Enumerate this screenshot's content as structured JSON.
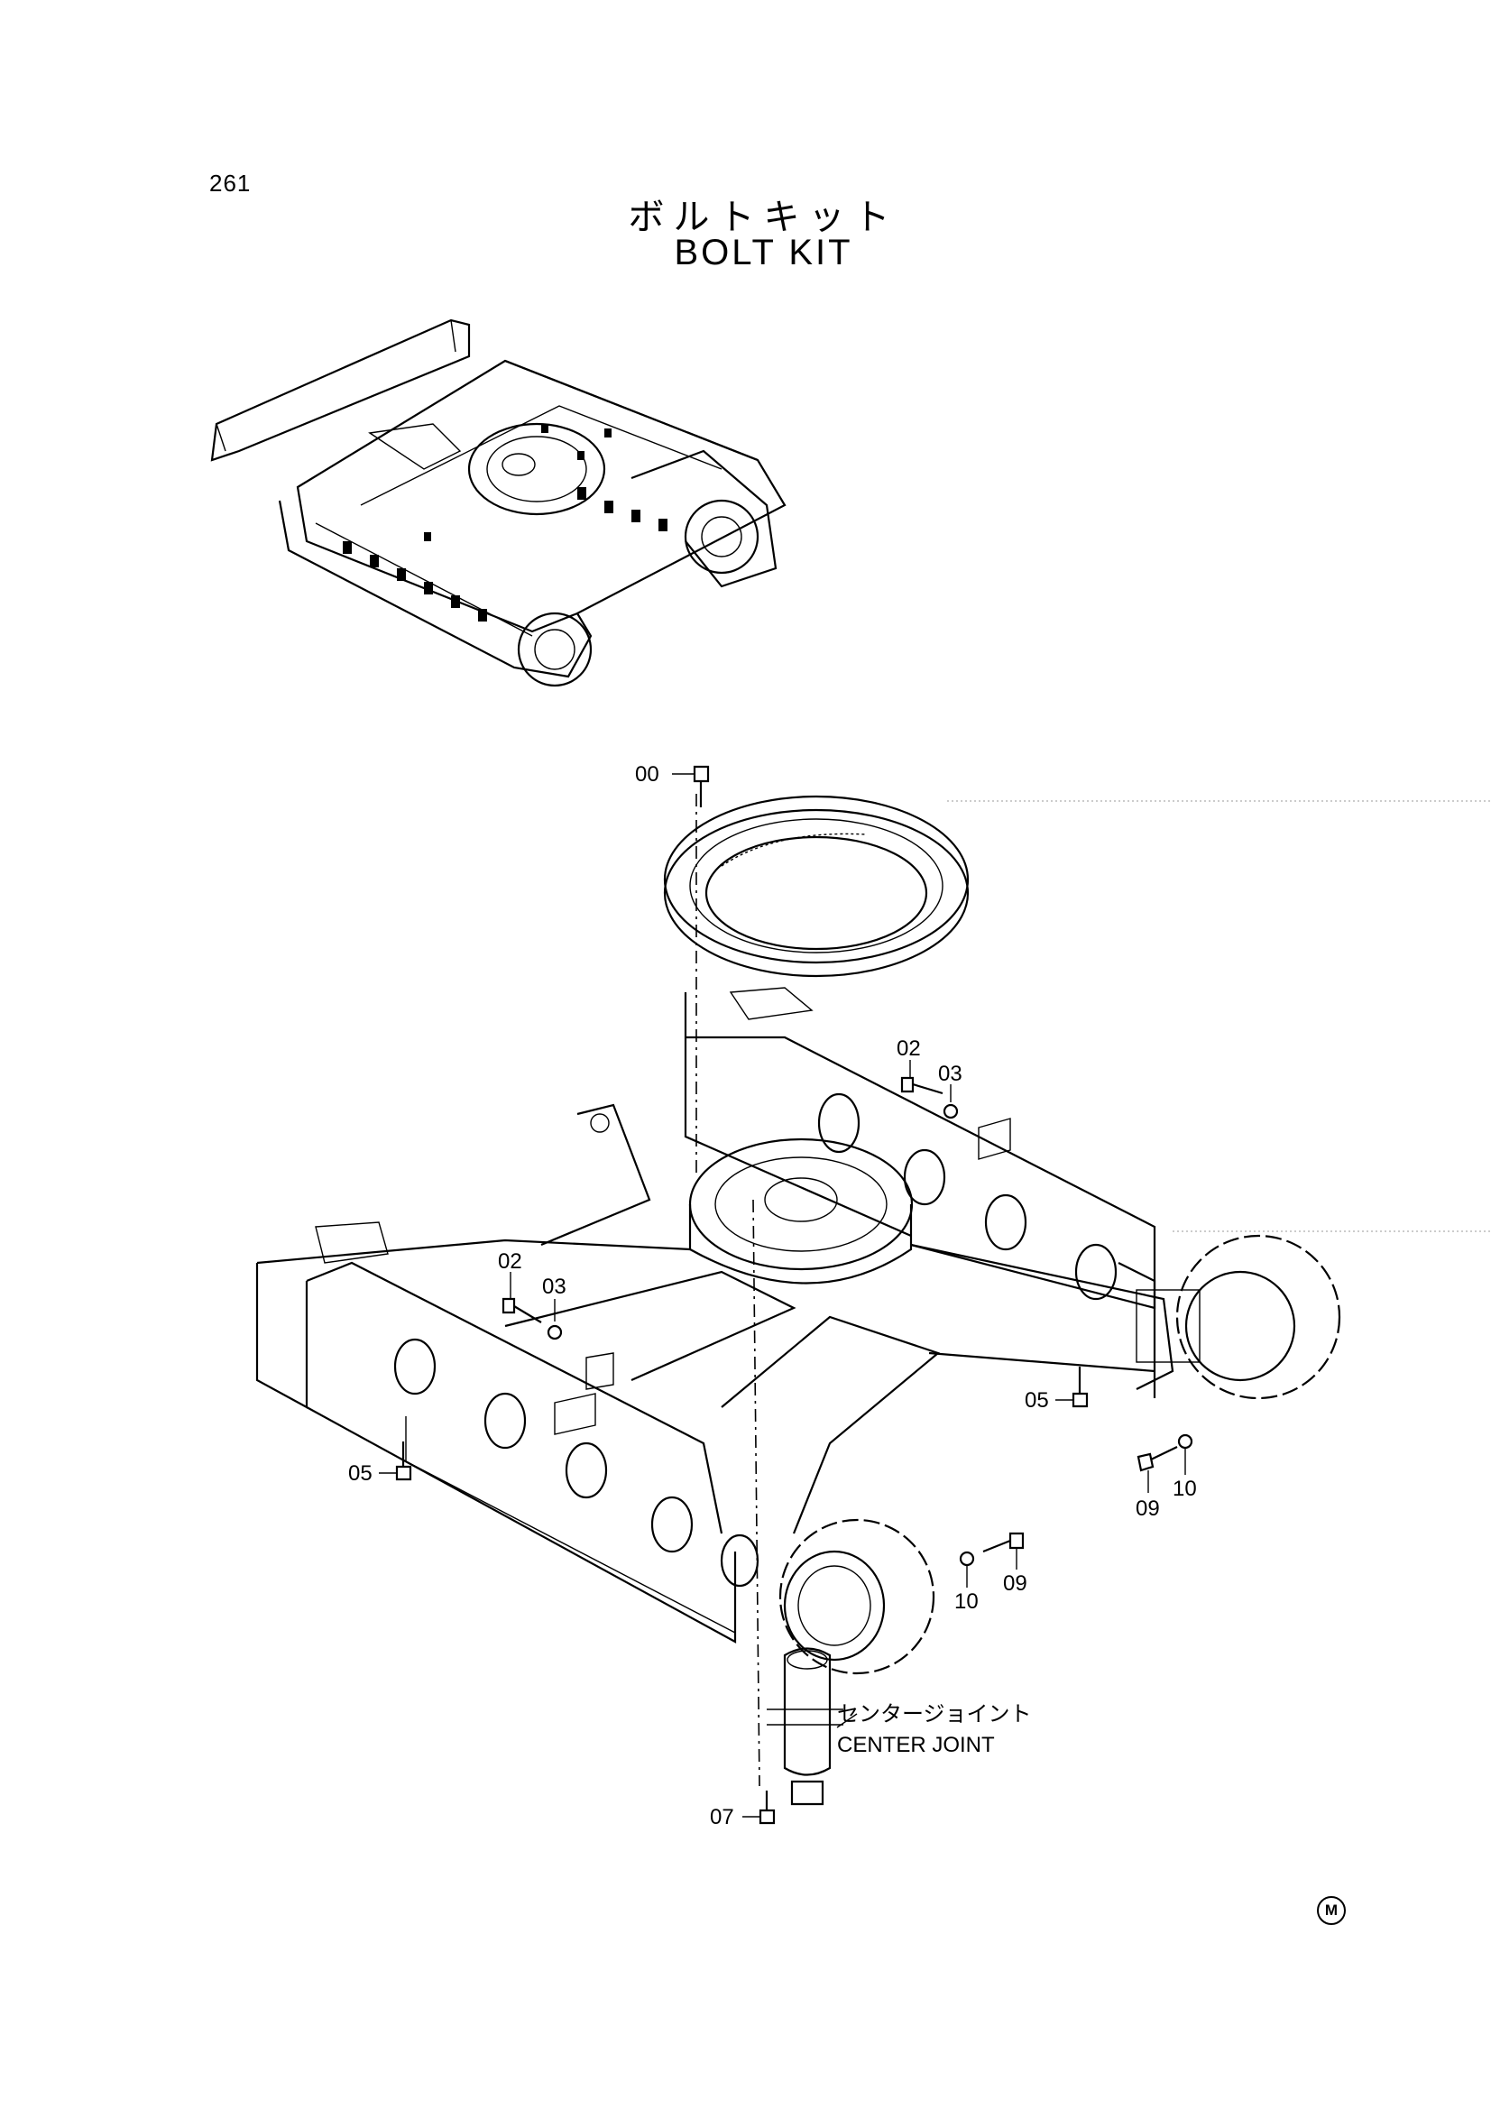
{
  "page": {
    "number": "261"
  },
  "title": {
    "japanese": "ボルトキット",
    "english": "BOLT KIT"
  },
  "callouts": [
    {
      "id": "c00",
      "label": "00"
    },
    {
      "id": "c02a",
      "label": "02"
    },
    {
      "id": "c03a",
      "label": "03"
    },
    {
      "id": "c02b",
      "label": "02"
    },
    {
      "id": "c03b",
      "label": "03"
    },
    {
      "id": "c05a",
      "label": "05"
    },
    {
      "id": "c05b",
      "label": "05"
    },
    {
      "id": "c09a",
      "label": "09"
    },
    {
      "id": "c10a",
      "label": "10"
    },
    {
      "id": "c09b",
      "label": "09"
    },
    {
      "id": "c10b",
      "label": "10"
    },
    {
      "id": "c07",
      "label": "07"
    }
  ],
  "center_joint": {
    "japanese": "センタージョイント",
    "english": "CENTER JOINT"
  },
  "corner_mark": "M"
}
